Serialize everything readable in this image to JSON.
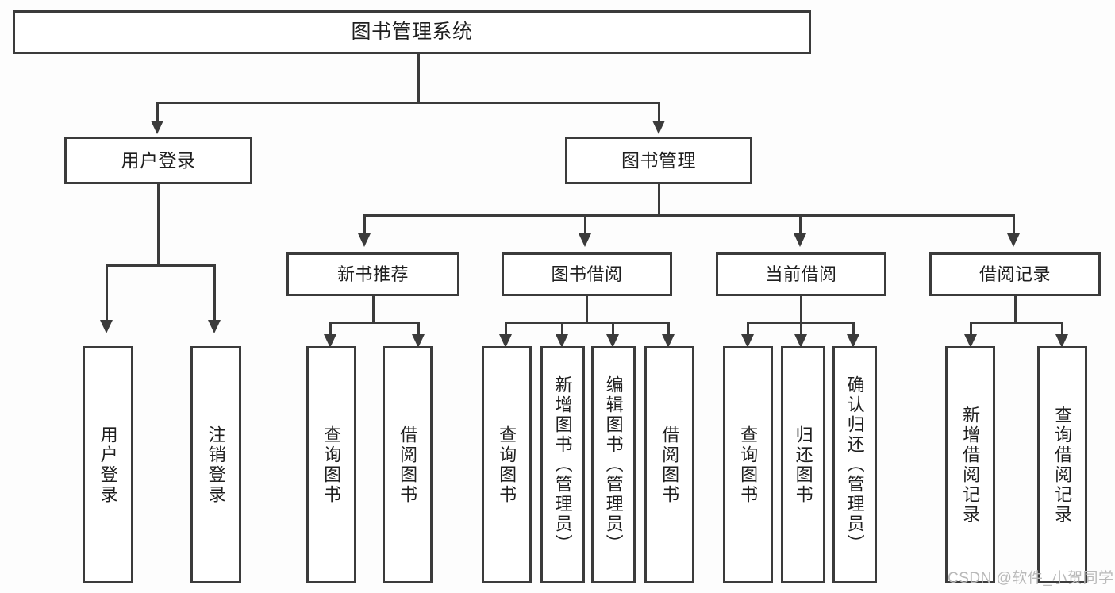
{
  "diagram": {
    "title": "图书管理系统",
    "type": "tree",
    "root": {
      "label": "图书管理系统"
    },
    "level1": [
      {
        "label": "用户登录"
      },
      {
        "label": "图书管理"
      }
    ],
    "level2": [
      {
        "label": "新书推荐"
      },
      {
        "label": "图书借阅"
      },
      {
        "label": "当前借阅"
      },
      {
        "label": "借阅记录"
      }
    ],
    "leaves": {
      "user_login": [
        {
          "label": "用户登录"
        },
        {
          "label": "注销登录"
        }
      ],
      "new_book_recommend": [
        {
          "label": "查询图书"
        },
        {
          "label": "借阅图书"
        }
      ],
      "book_borrow": [
        {
          "label": "查询图书"
        },
        {
          "label": "新增图书（管理员）"
        },
        {
          "label": "编辑图书（管理员）"
        },
        {
          "label": "借阅图书"
        }
      ],
      "current_borrow": [
        {
          "label": "查询图书"
        },
        {
          "label": "归还图书"
        },
        {
          "label": "确认归还（管理员）"
        }
      ],
      "borrow_record": [
        {
          "label": "新增借阅记录"
        },
        {
          "label": "查询借阅记录"
        }
      ]
    }
  },
  "watermark": {
    "text": "CSDN @软件_小贺同学"
  },
  "colors": {
    "stroke": "#3b3b3b",
    "fill": "#ffffff",
    "text": "#1f1f1f",
    "watermark": "#b9b9b9"
  }
}
